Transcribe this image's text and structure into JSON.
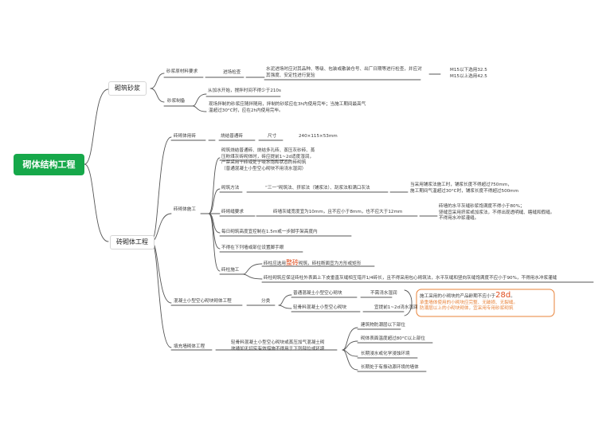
{
  "root": "砌体结构工程",
  "b1": {
    "title": "砌筑砂浆",
    "c1": {
      "label": "砂浆原材料要求",
      "check": "进场检查",
      "check_text": "水泥进场时应对其品种、等级、包装或散装仓号、出厂日期等进行检查，并应对其强度、安定性进行复验",
      "grade_text": "M15以下选用32.5\nM15以上选用42.5"
    },
    "c2": {
      "label": "砂浆制备",
      "item1": "从加水开始，搅拌时间不得少于210s",
      "item2": "现场拌制的砂浆应随拌随用，拌制的砂浆应在3h内使用完毕；当施工期间最高气\n温超过30°C时，应在2h内使用完毕。"
    }
  },
  "b2": {
    "title": "砖砌体工程",
    "c1": {
      "label": "砖砌体用砖",
      "standard": "烧结普通砖",
      "size_label": "尺寸",
      "size_value": "240×115×53mm"
    },
    "c2": {
      "label": "砖砌体施工",
      "intro": "砌筑烧结普通砖、烧结多孔砖、蒸压灰砂砖、蒸\n压粉煤灰砖砌体时，砖应提前1~2d适度湿润，\n严禁采用干砖或处于吸水饱和状态的砖砌筑\n（普通混凝土小型空心砌块不用浇水湿润）",
      "method": "砌筑方法",
      "method_text": "“三一”砌筑法、挤浆法（铺浆法）、刮浆法和满口灰法",
      "method_note": "当采用铺浆法施工时，铺浆长度不得超过750mm，\n施工期间气温超过30°C时，铺浆长度不得超过500mm",
      "joint": "砖砌缝要求",
      "joint_text": "砖墙灰缝宽度宜为10mm，且不应小于8mm，也不应大于12mm",
      "joint_note": "砖墙的水平灰缝砂浆饱满度不得小于80%；\n竖缝宜采用挤浆或加浆法，不得出现透明缝、瞎缝和假缝。\n不得用水冲浆灌缝。",
      "height": "每日砌筑高度宜控制在1.5m或一步脚手架高度内",
      "scaffold": "不得在下列墙或部位设置脚手眼",
      "column": "砖柱施工",
      "column1_pre": "砖柱应选用",
      "column1_hl": "整砖",
      "column1_post": "砌筑，砖柱断面宜为方形或矩形",
      "column2": "砖柱砌筑应保证砖柱外表面上下皮垂直灰缝相互错开1/4砖长，且不得采用包心砌筑法，水平灰缝和竖向灰缝饱满度不应小于90%，不得用水冲浆灌缝"
    },
    "c3": {
      "label": "混凝土小型空心砌块砌体工程",
      "split": "分类",
      "type1": "普通混凝土小型空心砌块",
      "type1_note": "不需浇水湿润",
      "type2": "轻骨料混凝土小型空心砌块",
      "type2_note": "宜提前1~2d浇水湿润",
      "remark_pre": "施工采用的小砌块的产品龄期不应小于",
      "remark_hl": "28d",
      "remark_post": "。",
      "remark2": "承重墙体使用的小砌块应完整、无破损、无裂缝。\n防潮层以上的小砌块砌体，宜采用专用砂浆砌筑"
    },
    "c4": {
      "label": "填充墙砌体工程",
      "text": "轻骨料混凝土小型空心砌块或蒸压加气混凝土砌\n块墙如无切实有效措施不得用于下列部位或环境",
      "items": [
        "建筑物防潮层以下部位",
        "砌体表面温度超过80°C以上部位",
        "长期浸水或化学浸蚀环境",
        "长期处于有振动源环境的墙体"
      ]
    }
  }
}
